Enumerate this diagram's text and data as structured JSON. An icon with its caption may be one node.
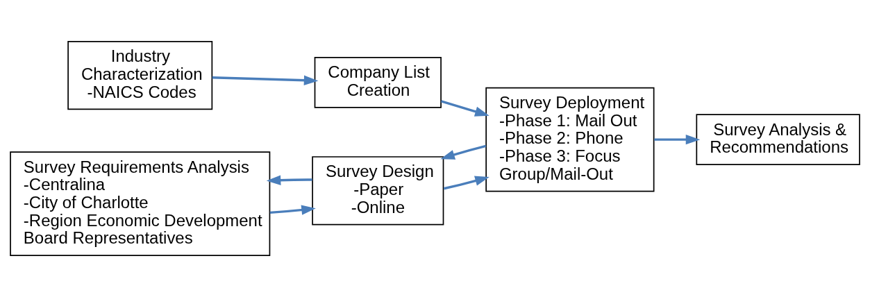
{
  "diagram": {
    "nodes": [
      {
        "text": [
          "Industry Characterization",
          "-NAICS Codes"
        ]
      },
      {
        "text": [
          "Company List Creation"
        ]
      },
      {
        "text": [
          "Survey Requirements Analysis",
          "-Centralina",
          "-City of Charlotte",
          "-Region Economic Development Board Representatives"
        ]
      },
      {
        "text": [
          "Survey Design",
          "-Paper",
          "-Online"
        ]
      },
      {
        "text": [
          "Survey Deployment",
          "-Phase 1: Mail Out",
          "-Phase 2: Phone",
          "-Phase 3: Focus Group/Mail-Out"
        ]
      },
      {
        "text": [
          "Survey Analysis & Recommendations"
        ]
      }
    ],
    "edges": [
      {
        "from": 0,
        "to": 1,
        "arrow": "to"
      },
      {
        "from": 1,
        "to": 4,
        "arrow": "to"
      },
      {
        "from": 2,
        "to": 3,
        "arrow": "to"
      },
      {
        "from": 3,
        "to": 4,
        "arrow": "to"
      },
      {
        "from": 4,
        "to": 5,
        "arrow": "to"
      },
      {
        "from": 3,
        "to": 2,
        "arrow": "to"
      },
      {
        "from": 4,
        "to": 3,
        "arrow": "to"
      }
    ]
  }
}
